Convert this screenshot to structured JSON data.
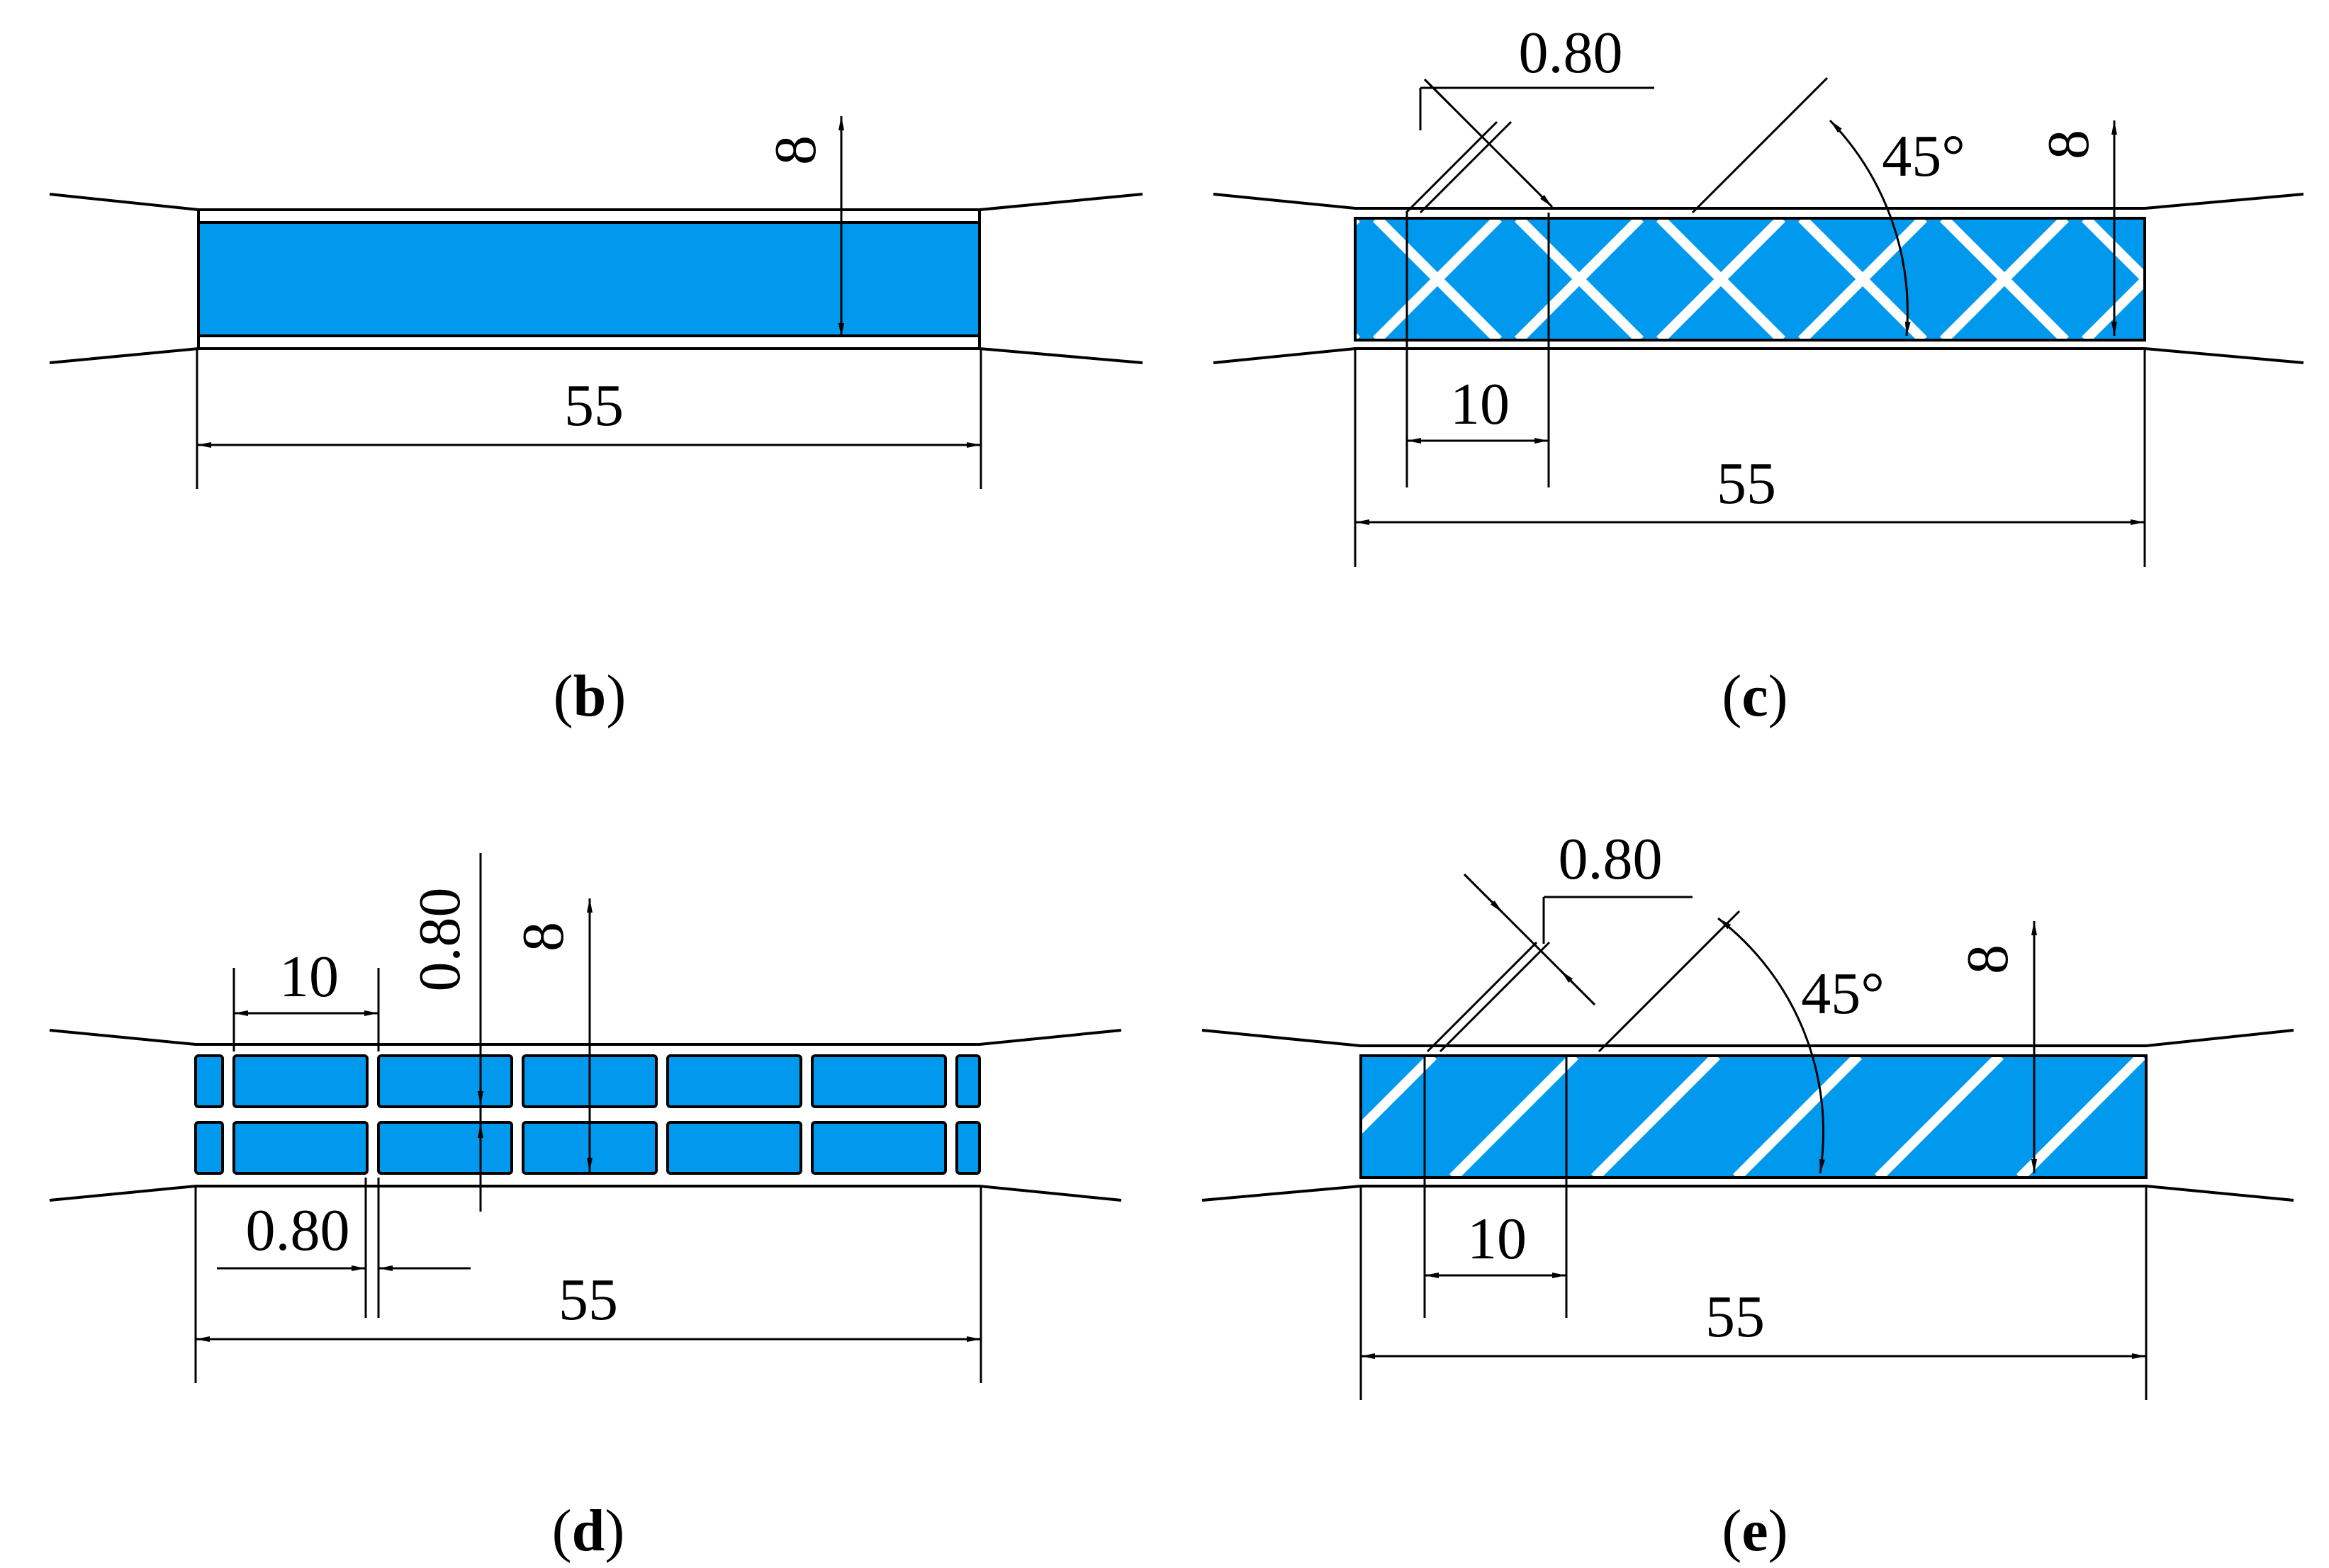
{
  "colors": {
    "fill": "#0099ee",
    "line": "#000000",
    "background": "#ffffff"
  },
  "panels": {
    "b": {
      "caption_open": "(",
      "caption_letter": "b",
      "caption_close": ")",
      "length_label": "55",
      "thickness_label": "8"
    },
    "c": {
      "caption_open": "(",
      "caption_letter": "c",
      "caption_close": ")",
      "length_label": "55",
      "thickness_label": "8",
      "rib_width_label": "0.80",
      "pitch_label": "10",
      "angle_label": "45°"
    },
    "d": {
      "caption_open": "(",
      "caption_letter": "d",
      "caption_close": ")",
      "length_label": "55",
      "thickness_label": "8",
      "rib_width_label_vertical": "0.80",
      "rib_width_label_horizontal": "0.80",
      "pitch_label": "10"
    },
    "e": {
      "caption_open": "(",
      "caption_letter": "e",
      "caption_close": ")",
      "length_label": "55",
      "thickness_label": "8",
      "rib_width_label": "0.80",
      "pitch_label": "10",
      "angle_label": "45°"
    }
  }
}
